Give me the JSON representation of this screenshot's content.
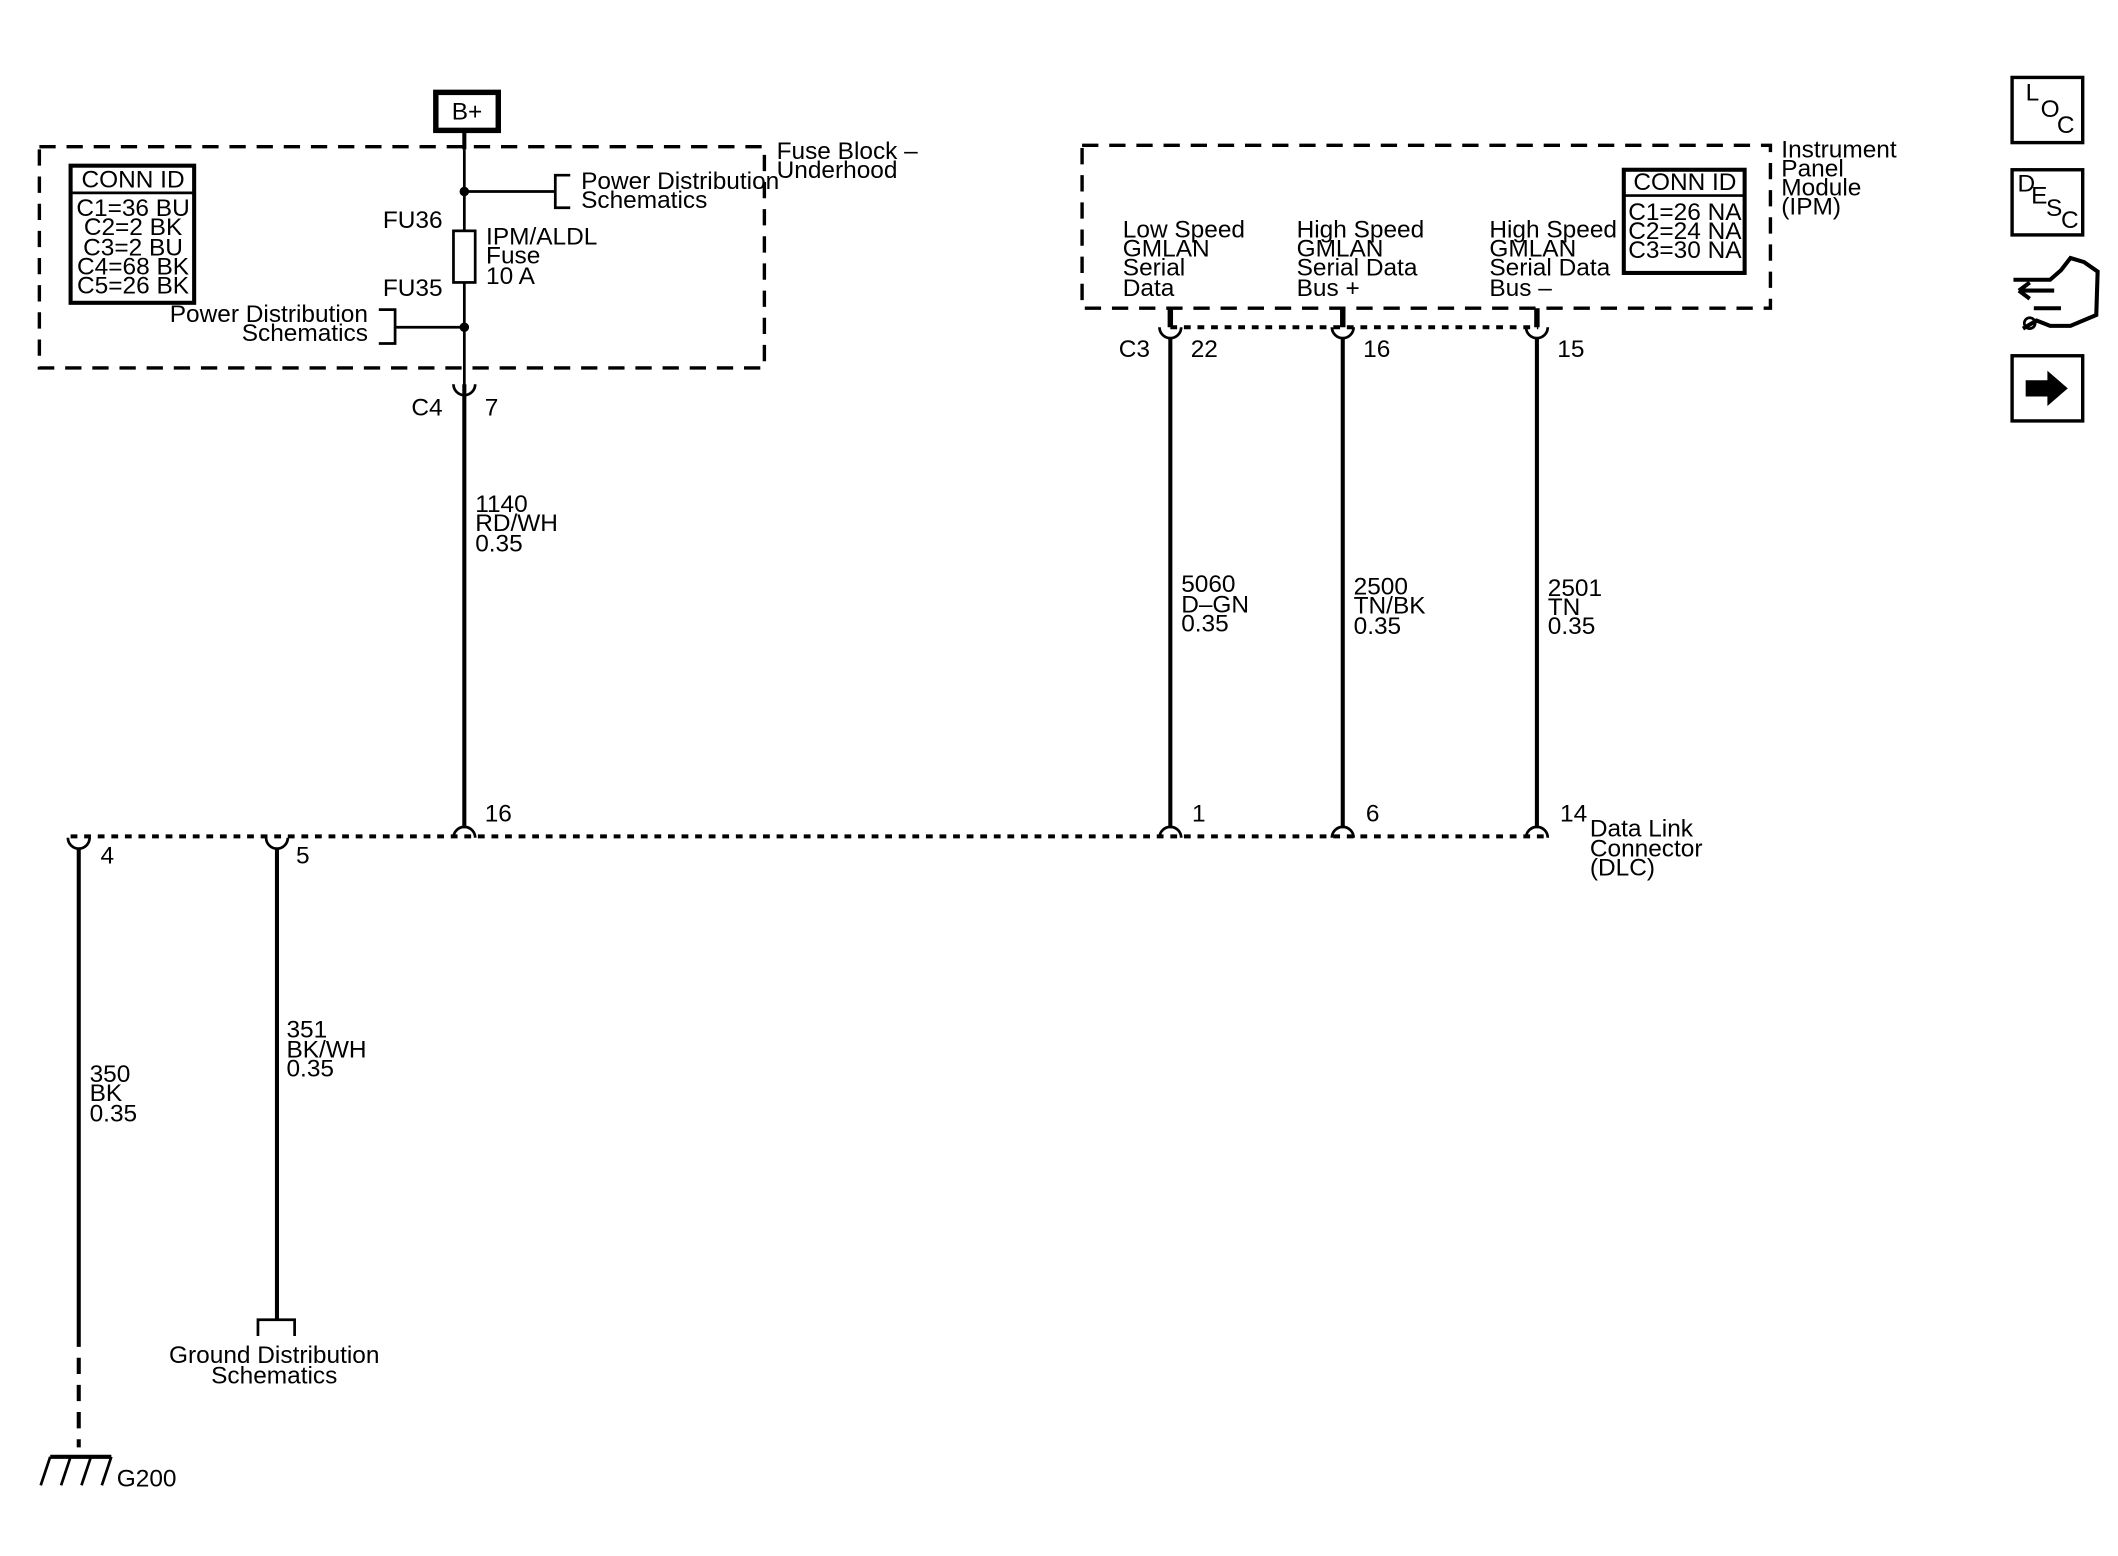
{
  "battery": "B+",
  "fuse_block": {
    "title_line1": "Fuse Block –",
    "title_line2": "Underhood",
    "conn_id": {
      "header": "CONN ID",
      "rows": [
        "C1=36 BU",
        "C2=2 BK",
        "C3=2 BU",
        "C4=68 BK",
        "C5=26 BK"
      ]
    },
    "fu_top": "FU36",
    "fu_bottom": "FU35",
    "fuse_label": [
      "IPM/ALDL",
      "Fuse",
      "10 A"
    ],
    "power_dist_right": [
      "Power Distribution",
      "Schematics"
    ],
    "power_dist_left": [
      "Power Distribution",
      "Schematics"
    ],
    "connector": "C4",
    "pin": "7"
  },
  "wire_1140": [
    "1140",
    "RD/WH",
    "0.35"
  ],
  "ipm": {
    "title": [
      "Instrument",
      "Panel",
      "Module",
      "(IPM)"
    ],
    "conn_id": {
      "header": "CONN ID",
      "rows": [
        "C1=26 NA",
        "C2=24 NA",
        "C3=30 NA"
      ]
    },
    "connector": "C3",
    "signals": [
      {
        "lines": [
          "Low Speed",
          "GMLAN",
          "Serial",
          "Data"
        ],
        "pin": "22"
      },
      {
        "lines": [
          "High Speed",
          "GMLAN",
          "Serial Data",
          "Bus +"
        ],
        "pin": "16"
      },
      {
        "lines": [
          "High Speed",
          "GMLAN",
          "Serial Data",
          "Bus –"
        ],
        "pin": "15"
      }
    ]
  },
  "wires_ipm": [
    [
      "5060",
      "D–GN",
      "0.35"
    ],
    [
      "2500",
      "TN/BK",
      "0.35"
    ],
    [
      "2501",
      "TN",
      "0.35"
    ]
  ],
  "dlc": {
    "title": [
      "Data Link",
      "Connector",
      "(DLC)"
    ],
    "pins": [
      "4",
      "5",
      "16",
      "1",
      "6",
      "14"
    ]
  },
  "wire_350": [
    "350",
    "BK",
    "0.35"
  ],
  "wire_351": [
    "351",
    "BK/WH",
    "0.35"
  ],
  "ground_dist": [
    "Ground Distribution",
    "Schematics"
  ],
  "ground": "G200",
  "side_buttons": {
    "loc": [
      "L",
      "O",
      "C"
    ],
    "desc": [
      "D",
      "E",
      "S",
      "C"
    ],
    "repair_icon": "wrench-hand-icon",
    "next_icon": "arrow-right-icon"
  }
}
